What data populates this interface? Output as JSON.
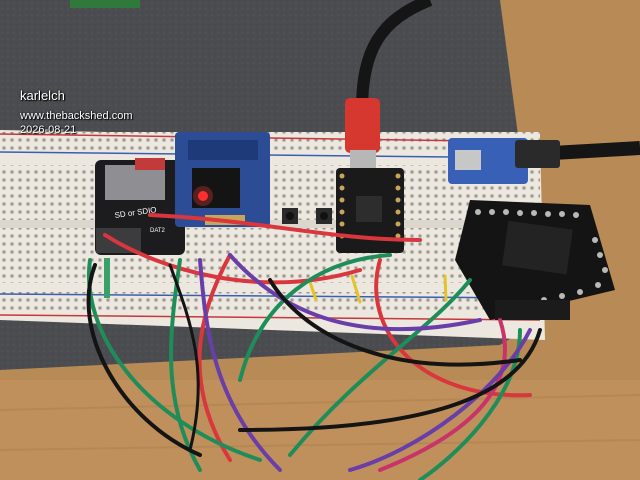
{
  "watermark": {
    "author": "karlelch",
    "site": "www.thebackshed.com",
    "date": "2026-08-21"
  },
  "board_labels": {
    "sd_card": "SD or SDIO",
    "sd_pin": "DAT2"
  },
  "colors": {
    "table": "#b88a55",
    "felt_mat": "#4b4c50",
    "breadboard": "#ece8df",
    "wire_red": "#d9363e",
    "wire_green": "#1f8d5a",
    "wire_purple": "#6a3ea8",
    "wire_black": "#141414",
    "wire_yellow": "#e3c22a"
  }
}
